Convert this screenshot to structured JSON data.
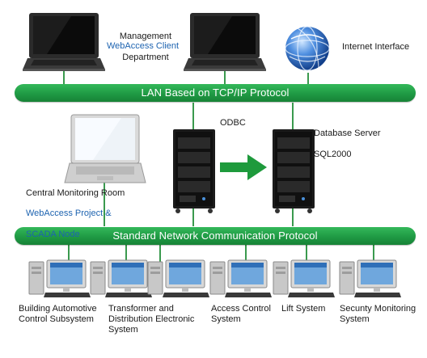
{
  "buses": {
    "lan": "LAN Based on TCP/IP Protocol",
    "standard": "Standard Network Communication Protocol"
  },
  "top": {
    "management_line1": "Management",
    "management_line2": "Department",
    "management_client": "WebAccess Client",
    "internet": "Internet Interface"
  },
  "middle": {
    "odbc": "ODBC",
    "db_line1": "Database Server",
    "db_line2": "SQL2000",
    "central_title": "Central Monitoring Room",
    "central_sub1": "WebAccess Project &",
    "central_sub2": "SCADA Node"
  },
  "bottom": [
    {
      "label": "Building Automotive\nControl Subsystem"
    },
    {
      "label": "Transformer and\nDistribution Electronic\nSystem"
    },
    {
      "label": "Access Control\nSystem"
    },
    {
      "label": "Lift System"
    },
    {
      "label": "Secunty Monitoring\nSystem"
    }
  ],
  "colors": {
    "bus_green": "#1f9a44",
    "link_blue": "#1d63b0",
    "arrow_green": "#1e9a3c"
  },
  "icons": [
    "laptop-icon",
    "globe-icon",
    "server-rack-icon",
    "arrow-right-icon",
    "desktop-computer-icon"
  ]
}
